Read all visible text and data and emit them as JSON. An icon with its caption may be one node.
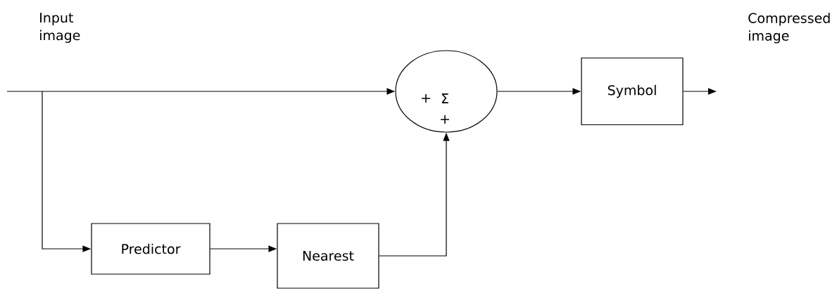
{
  "diagram": {
    "nodes": [
      {
        "text": [
          "+",
          "Σ",
          "+"
        ]
      },
      {
        "text": [
          "Symbol"
        ]
      },
      {
        "text": [
          "Predictor"
        ]
      },
      {
        "text": [
          "Nearest"
        ]
      }
    ],
    "edges": [
      {
        "from": null,
        "to": 0,
        "arrow": "to"
      },
      {
        "from": null,
        "to": 2,
        "arrow": "to"
      },
      {
        "from": 2,
        "to": 3,
        "arrow": "to"
      },
      {
        "from": 3,
        "to": 0,
        "arrow": "to"
      },
      {
        "from": 0,
        "to": 1,
        "arrow": "to"
      },
      {
        "from": 1,
        "to": null,
        "arrow": "to"
      }
    ],
    "labels": [
      "Input image",
      "Compressed image"
    ]
  }
}
